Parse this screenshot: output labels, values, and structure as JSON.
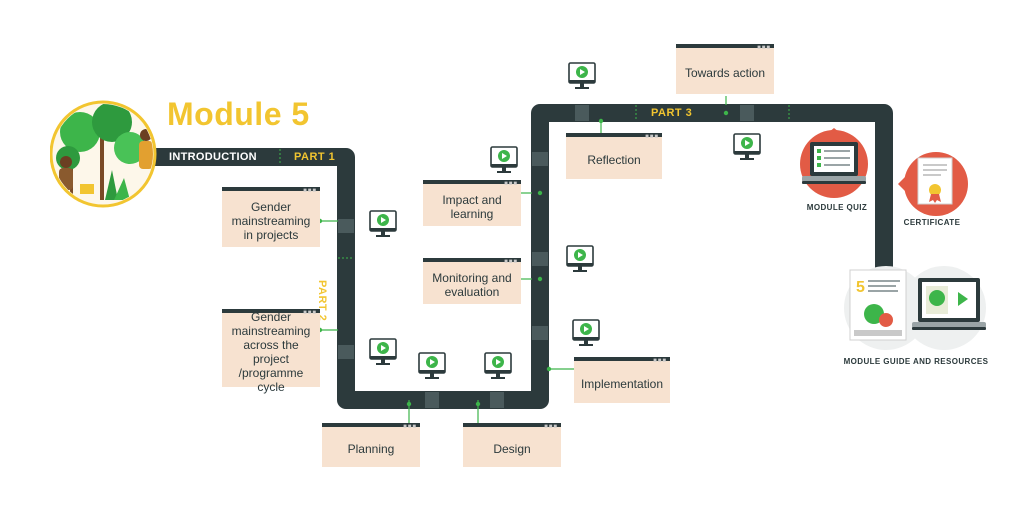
{
  "title": "Module 5",
  "track": {
    "introduction": "INTRODUCTION",
    "part1": "PART 1",
    "part2": "PART 2",
    "part3": "PART 3"
  },
  "cards": {
    "gender_projects": "Gender\nmainstreaming\nin projects",
    "gender_cycle": "Gender\nmainstreaming\nacross the project\n/programme\ncycle",
    "planning": "Planning",
    "design": "Design",
    "implementation": "Implementation",
    "monitoring": "Monitoring and\nevaluation",
    "impact": "Impact and\nlearning",
    "reflection": "Reflection",
    "towards_action": "Towards action"
  },
  "captions": {
    "quiz": "MODULE QUIZ",
    "certificate": "CERTIFICATE",
    "guide": "MODULE GUIDE AND RESOURCES"
  },
  "colors": {
    "track": "#2c3a3c",
    "accent": "#f2c530",
    "card": "#f7e2d0",
    "play": "#3db54a",
    "badge_red": "#e25b45"
  },
  "icons": [
    "video-monitor-icon",
    "laptop-quiz-icon",
    "certificate-icon",
    "guide-book-icon"
  ]
}
